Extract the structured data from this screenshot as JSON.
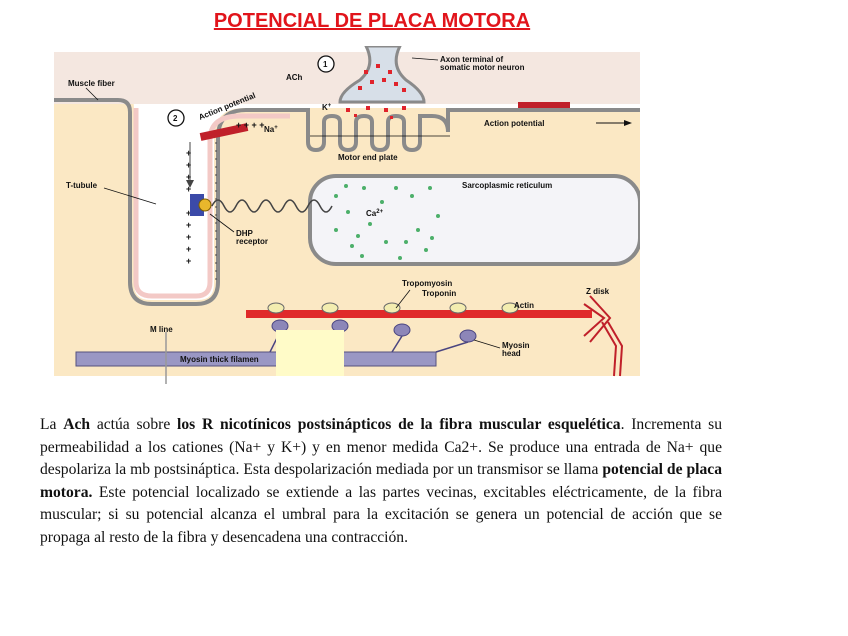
{
  "title": "POTENCIAL DE PLACA MOTORA",
  "diagram": {
    "step_1": "1",
    "step_2": "2",
    "ach": "ACh",
    "axon_terminal_line1": "Axon terminal of",
    "axon_terminal_line2": "somatic motor neuron",
    "muscle_fiber": "Muscle fiber",
    "action_potential_curved": "Action potential",
    "action_potential_right": "Action potential",
    "k_ion": "K",
    "na_ion": "Na",
    "motor_end_plate": "Motor end plate",
    "t_tubule": "T-tubule",
    "sarcoplasmic_reticulum": "Sarcoplasmic reticulum",
    "calcium": "Ca",
    "dhp_line1": "DHP",
    "dhp_line2": "receptor",
    "tropomyosin": "Tropomyosin",
    "troponin": "Troponin",
    "z_disk": "Z disk",
    "actin": "Actin",
    "m_line": "M line",
    "myosin_thick": "Myosin thick filamen",
    "myosin_head_line1": "Myosin",
    "myosin_head_line2": "head"
  },
  "text": {
    "p1_a": "La ",
    "p1_b": "Ach",
    "p1_c": " actúa sobre ",
    "p1_d": "los R nicotínicos postsinápticos de la fibra muscular esquelética",
    "p1_e": ". Incrementa su permeabilidad a los cationes (Na+ y K+) y en menor medida Ca2+. Se produce una entrada de Na+ que despolariza la mb postsináptica. Esta despolarización mediada por un transmisor se llama ",
    "p1_f": "potencial de placa motora.",
    "p1_g": " Este potencial localizado se extiende a las partes vecinas, excitables eléctricamente, de la fibra muscular; si su potencial alcanza el umbral  para la excitación se genera un potencial de acción que se propaga al resto de la fibra y desencadena una contracción."
  }
}
